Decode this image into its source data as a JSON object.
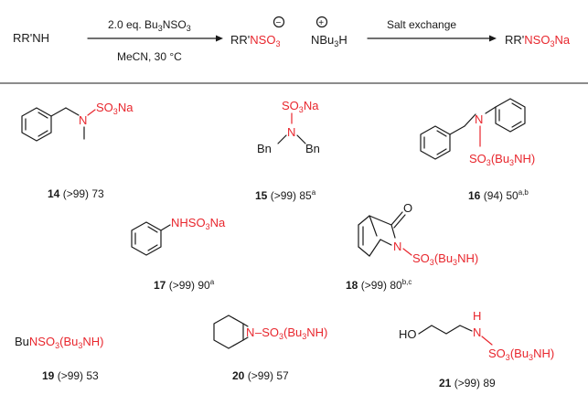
{
  "scheme": {
    "reactant": "RR'NH",
    "reagent_main": "2.0 eq. Bu",
    "reagent_sub1": "3",
    "reagent_mid": "NSO",
    "reagent_sub2": "3",
    "conditions": "MeCN, 30 °C",
    "inter_black": "RR'",
    "inter_red": "NSO",
    "inter_red_sub": "3",
    "minus_charge": "−",
    "plus_charge": "+",
    "counterion": "NBu",
    "counterion_sub": "3",
    "counterion_end": "H",
    "exchange_label": "Salt exchange",
    "product_black": "RR'",
    "product_red": "NSO",
    "product_red_sub": "3",
    "product_red_end": "Na"
  },
  "compounds": {
    "c14": {
      "number": "14",
      "yield": " (>99) 73",
      "sup": ""
    },
    "c15": {
      "number": "15",
      "yield": " (>99) 85",
      "sup": "a"
    },
    "c16": {
      "number": "16",
      "yield": " (94) 50",
      "sup": "a,b"
    },
    "c17": {
      "number": "17",
      "yield": " (>99) 90",
      "sup": "a"
    },
    "c18": {
      "number": "18",
      "yield": " (>99) 80",
      "sup": "b,c"
    },
    "c19": {
      "number": "19",
      "yield": " (>99) 53",
      "sup": ""
    },
    "c20": {
      "number": "20",
      "yield": " (>99) 57",
      "sup": ""
    },
    "c21": {
      "number": "21",
      "yield": " (>99) 89",
      "sup": ""
    }
  },
  "labels": {
    "N": "N",
    "O": "O",
    "H": "H",
    "HO": "HO",
    "Bn": "Bn",
    "SO": "SO",
    "sub3": "3",
    "Na": "Na",
    "NH_red": "NHSO",
    "bu3nh_open": "(Bu",
    "bu3nh_close": "NH)",
    "bu_black": "Bu",
    "dash_so": "–SO"
  }
}
